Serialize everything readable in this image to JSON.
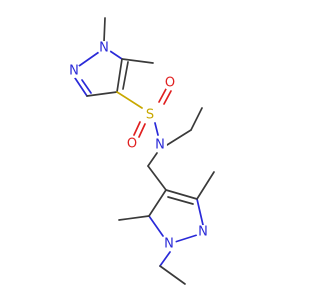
{
  "molecule": {
    "atoms": {
      "N1a": {
        "symbol": "N",
        "color": "#2a2ad8"
      },
      "N2a": {
        "symbol": "N",
        "color": "#2a2ad8"
      },
      "S": {
        "symbol": "S",
        "color": "#c8a800"
      },
      "O1": {
        "symbol": "O",
        "color": "#e02020"
      },
      "O2": {
        "symbol": "O",
        "color": "#e02020"
      },
      "Nsa": {
        "symbol": "N",
        "color": "#2a2ad8"
      },
      "N1b": {
        "symbol": "N",
        "color": "#2a2ad8"
      },
      "N2b": {
        "symbol": "N",
        "color": "#2a2ad8"
      }
    },
    "bond_color": "#3a3a3a"
  }
}
